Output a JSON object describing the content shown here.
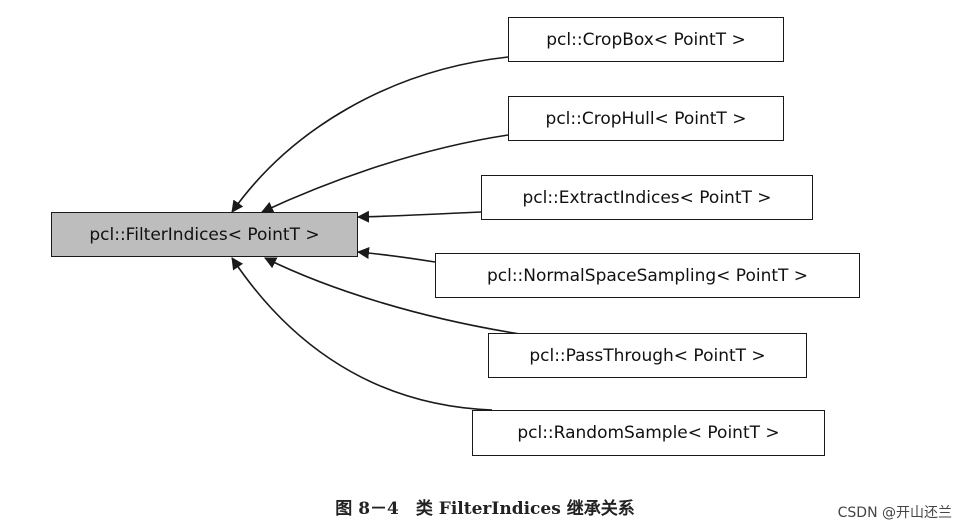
{
  "base_class": "pcl::FilterIndices< PointT >",
  "subclasses": [
    "pcl::CropBox< PointT >",
    "pcl::CropHull< PointT >",
    "pcl::ExtractIndices< PointT >",
    "pcl::NormalSpaceSampling< PointT >",
    "pcl::PassThrough< PointT >",
    "pcl::RandomSample< PointT >"
  ],
  "caption": "图 8－4　类 FilterIndices 继承关系",
  "watermark": "CSDN @开山还兰"
}
